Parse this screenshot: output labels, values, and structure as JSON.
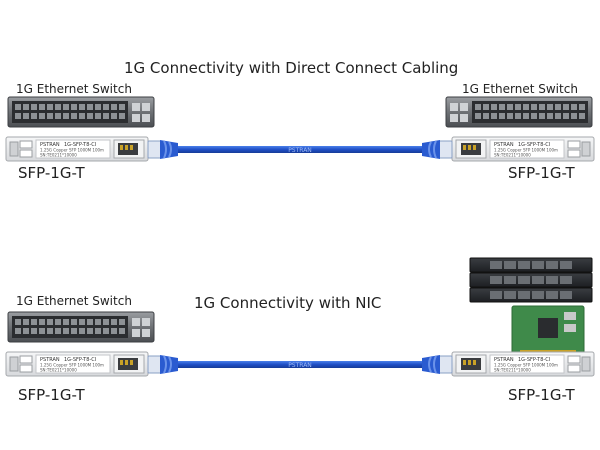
{
  "top": {
    "title": "1G Connectivity with Direct Connect Cabling",
    "left_device": "1G Ethernet Switch",
    "right_device": "1G Ethernet Switch",
    "left_module": "SFP-1G-T",
    "right_module": "SFP-1G-T"
  },
  "bottom": {
    "title": "1G Connectivity with NIC",
    "left_device": "1G Ethernet Switch",
    "left_module": "SFP-1G-T",
    "right_module": "SFP-1G-T"
  },
  "module": {
    "brand": "PSTRAN",
    "model": "1G-SFP-T8-CI",
    "desc": "1.25G Copper SFP 1000M 100m",
    "serial": "SN:TE0211*10000"
  },
  "cable_marking": "PSTRAN",
  "colors": {
    "cable": "#1f4fc6",
    "cable_light": "#3f77e6",
    "switch_body": "#6e7175",
    "module_body": "#e8e9ea",
    "contact_gold": "#c9a227"
  },
  "icons": [
    "ethernet-switch-icon",
    "sfp-module-icon",
    "rj45-connector-icon",
    "server-icon",
    "nic-card-icon"
  ]
}
